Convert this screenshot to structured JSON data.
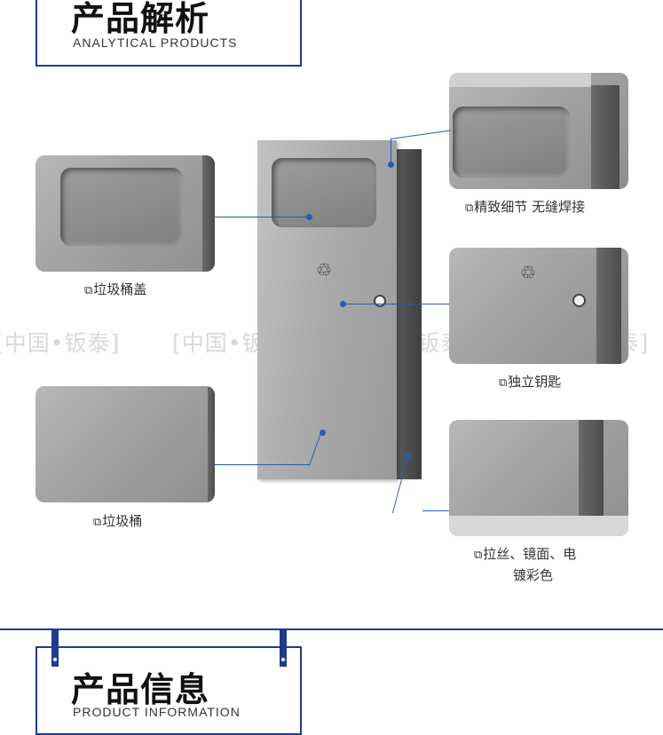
{
  "sections": {
    "analysis": {
      "title_cn": "产品解析",
      "title_en": "ANALYTICAL PRODUCTS"
    },
    "info": {
      "title_cn": "产品信息",
      "title_en": "PRODUCT INFORMATION"
    }
  },
  "captions": {
    "lid": "垃圾桶盖",
    "bin": "垃圾桶",
    "detail": "精致细节 无缝焊接",
    "key": "独立钥匙",
    "finish_line1": "拉丝、镜面、电",
    "finish_line2": "镀彩色"
  },
  "bullet_glyph": "⧉",
  "watermark": "[中国•钣泰]",
  "icons": {
    "trash": "trash-person-icon",
    "lock": "keyhole-lock-icon"
  },
  "colors": {
    "accent": "#1f3c8a",
    "leader": "#2a5ab8"
  }
}
